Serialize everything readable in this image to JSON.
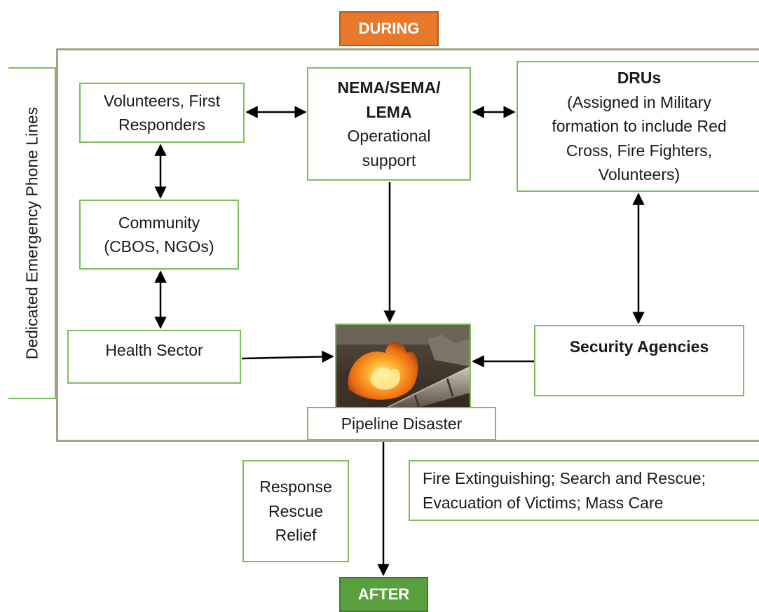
{
  "headers": {
    "during": "DURING",
    "after": "AFTER"
  },
  "side_label": "Dedicated Emergency Phone Lines",
  "nodes": {
    "volunteers": [
      "Volunteers, First",
      "Responders"
    ],
    "nema": {
      "title": [
        "NEMA/SEMA/",
        "LEMA"
      ],
      "body": [
        "Operational",
        "support"
      ]
    },
    "drus": {
      "title": "DRUs",
      "body": [
        "(Assigned in Military",
        "formation to include Red",
        "Cross, Fire Fighters,",
        "Volunteers)"
      ]
    },
    "community": [
      "Community",
      "(CBOS, NGOs)"
    ],
    "health": "Health Sector",
    "security": "Security Agencies",
    "pipeline": "Pipeline Disaster",
    "response": [
      "Response",
      "Rescue",
      "Relief"
    ],
    "activities": [
      "Fire Extinguishing; Search and Rescue;",
      "Evacuation of Victims; Mass Care"
    ]
  },
  "colors": {
    "during": "#e8792a",
    "after": "#5aa03e",
    "box_border": "#7bbf5a",
    "frame_border": "#a89f8a"
  }
}
